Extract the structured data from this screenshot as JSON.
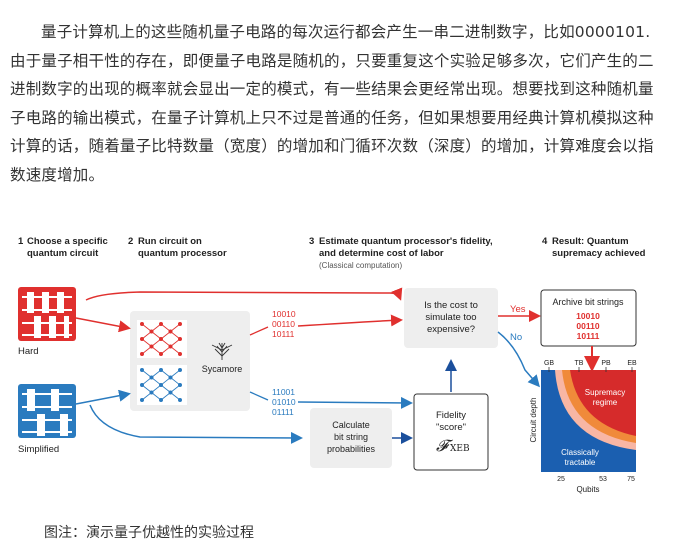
{
  "article": {
    "paragraph": "量子计算机上的这些随机量子电路的每次运行都会产生一串二进制数字，比如0000101. 由于量子相干性的存在，即便量子电路是随机的，只要重复这个实验足够多次，它们产生的二进制数字的出现的概率就会显出一定的模式，有一些结果会更经常出现。想要找到这种随机量子电路的输出模式，在量子计算机上只不过是普通的任务，但如果想要用经典计算机模拟这种计算的话，随着量子比特数量（宽度）的增加和门循环次数（深度）的增加，计算难度会以指数速度增加。",
    "caption": "图注：演示量子优越性的实验过程"
  },
  "diagram": {
    "steps": [
      {
        "num": "1",
        "line1": "Choose a specific",
        "line2": "quantum circuit"
      },
      {
        "num": "2",
        "line1": "Run circuit on",
        "line2": "quantum processor"
      },
      {
        "num": "3",
        "line1": "Estimate quantum processor's fidelity,",
        "line2": "and determine cost of labor",
        "note": "(Classical computation)"
      },
      {
        "num": "4",
        "line1": "Result: Quantum",
        "line2": "supremacy achieved"
      }
    ],
    "hard_label": "Hard",
    "simplified_label": "Simplified",
    "processor_label": "Sycamore",
    "hard_bits": [
      "10010",
      "00110",
      "10111"
    ],
    "simple_bits": [
      "11001",
      "01010",
      "01111"
    ],
    "question": [
      "Is the cost to",
      "simulate too",
      "expensive?"
    ],
    "yes": "Yes",
    "no": "No",
    "archive_title": "Archive bit strings",
    "archive_bits": [
      "10010",
      "00110",
      "10111"
    ],
    "calc": [
      "Calculate",
      "bit string",
      "probabilities"
    ],
    "fidelity": [
      "Fidelity",
      "\"score\""
    ],
    "xeb_symbol": "𝓕",
    "xeb_sub": "XEB",
    "chart": {
      "top_ticks": [
        "GB",
        "TB",
        "PB",
        "EB"
      ],
      "bottom_ticks": [
        "25",
        "53",
        "75"
      ],
      "xlabel": "Qubits",
      "ylabel": "Circuit depth",
      "region_hard": [
        "Supremacy",
        "regime"
      ],
      "region_easy": [
        "Classically",
        "tractable"
      ]
    },
    "colors": {
      "red": "#e0302e",
      "blue": "#2a7bbf",
      "orange": "#f08a3a",
      "navy": "#1b4f9c",
      "gray_box": "#eeeeee"
    }
  }
}
